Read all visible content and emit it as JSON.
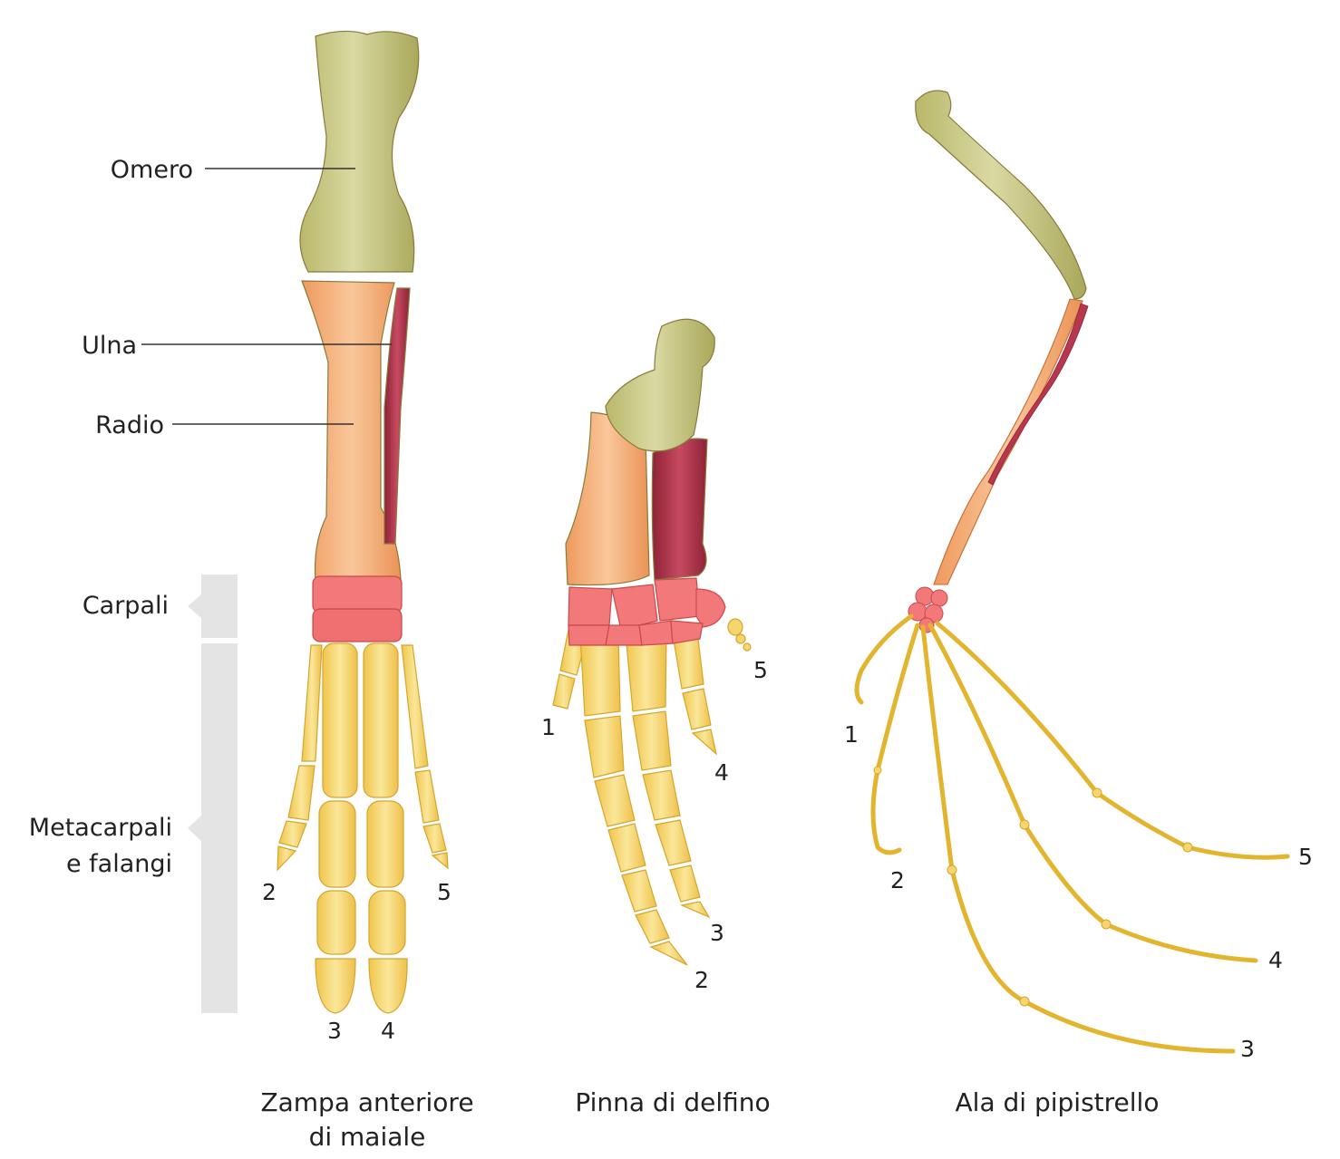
{
  "colors": {
    "humerus": "#c9c98a",
    "humerus_dark": "#9fa04e",
    "radius": "#f6b57e",
    "radius_dark": "#e28547",
    "ulna": "#b8374e",
    "carpals": "#f3787a",
    "phalanges": "#f5d66e",
    "phalanges_dark": "#e3b52f",
    "bracket": "#e4e4e4"
  },
  "labels": {
    "omero": "Omero",
    "ulna": "Ulna",
    "radio": "Radio",
    "carpali": "Carpali",
    "metacarpali_line1": "Metacarpali",
    "metacarpali_line2": "e falangi"
  },
  "captions": {
    "pig_line1": "Zampa anteriore",
    "pig_line2": "di maiale",
    "dolphin": "Pinna di delfino",
    "bat": "Ala di pipistrello"
  },
  "pig_digits": [
    "2",
    "3",
    "4",
    "5"
  ],
  "dolphin_digits": [
    "1",
    "2",
    "3",
    "4",
    "5"
  ],
  "bat_digits": [
    "1",
    "2",
    "3",
    "4",
    "5"
  ]
}
